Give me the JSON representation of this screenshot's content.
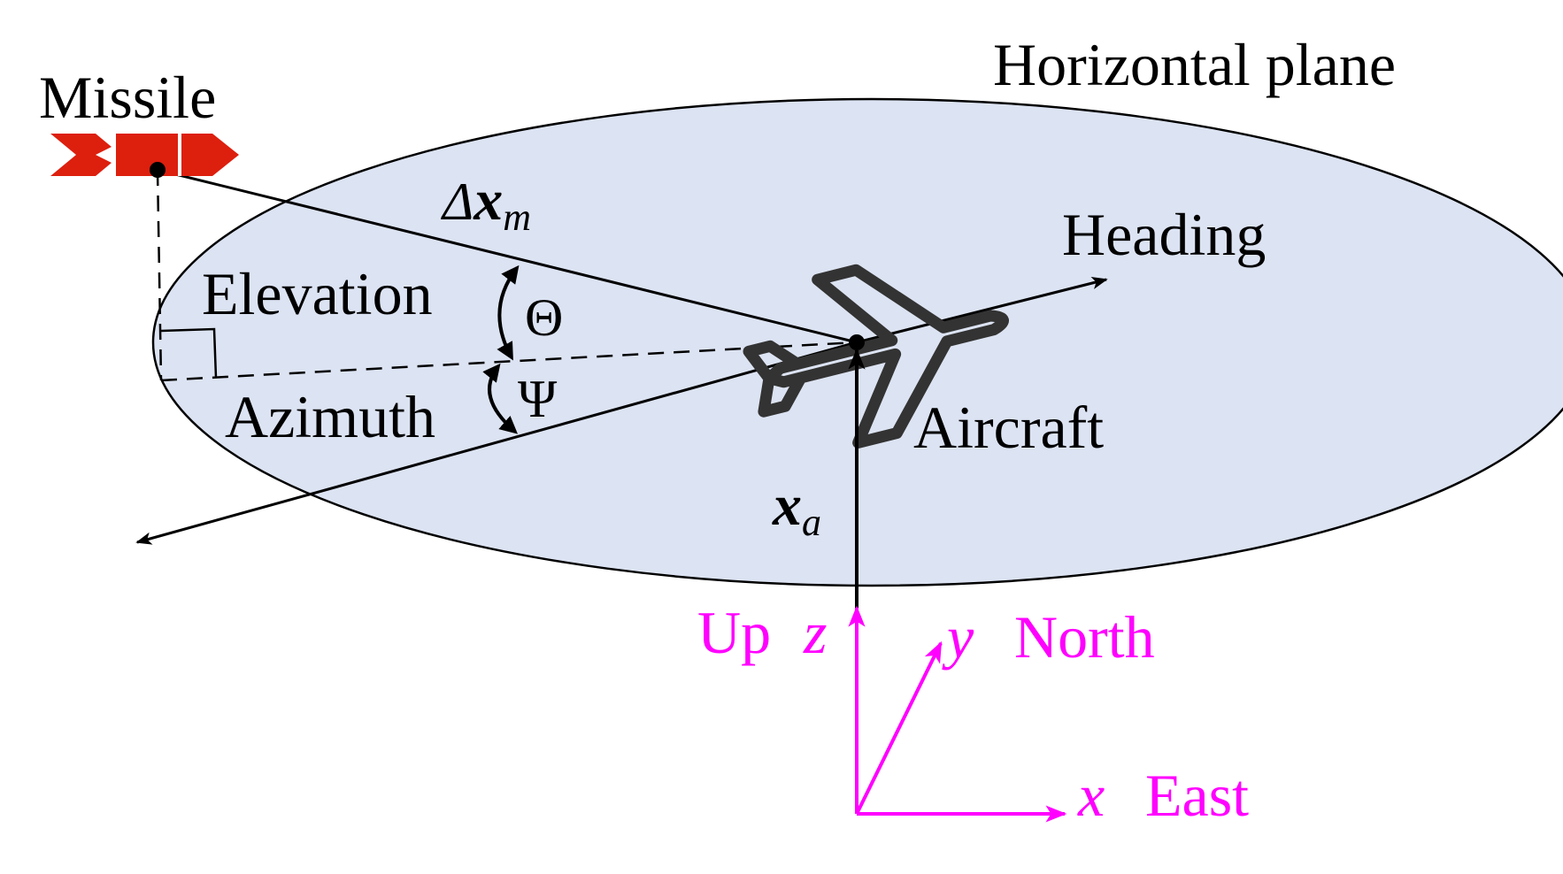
{
  "labels": {
    "horizontal_plane": "Horizontal plane",
    "missile": "Missile",
    "delta_x_m": {
      "delta": "Δ",
      "x": "x",
      "sub": "m"
    },
    "heading": "Heading",
    "elevation": "Elevation",
    "theta": "Θ",
    "azimuth": "Azimuth",
    "psi": "Ψ",
    "aircraft": "Aircraft",
    "x_a": {
      "x": "x",
      "sub": "a"
    },
    "up": "Up",
    "z": "z",
    "y": "y",
    "north": "North",
    "x_axis": "x",
    "east": "East"
  },
  "colors": {
    "plane_fill": "#dce3f2",
    "axis_magenta": "#ff00ff",
    "missile_red": "#dd1f0e",
    "aircraft_outline": "#333333",
    "line": "#000000"
  },
  "icons": {
    "missile": "missile-icon",
    "aircraft": "airplane-icon"
  }
}
